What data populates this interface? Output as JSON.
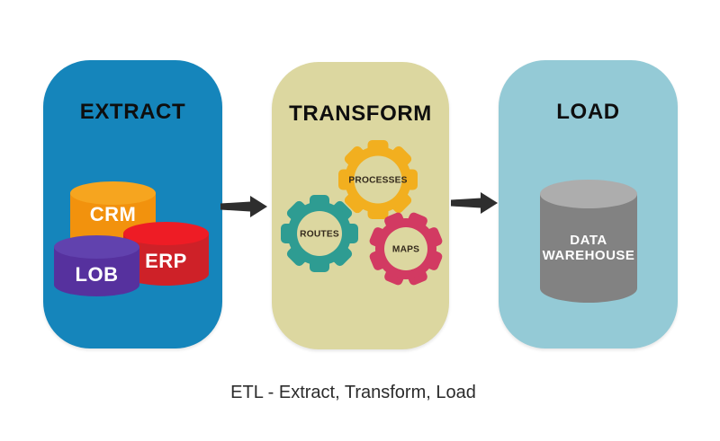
{
  "diagram": {
    "caption": "ETL - Extract, Transform, Load",
    "arrow_color": "#2e2e2e",
    "extract": {
      "title": "EXTRACT",
      "bg": "#1585BB",
      "crm": {
        "label": "CRM",
        "body": "#F2920D",
        "top": "#F6A51F"
      },
      "erp": {
        "label": "ERP",
        "body": "#CE2128",
        "top": "#EE1C25"
      },
      "lob": {
        "label": "LOB",
        "body": "#56319E",
        "top": "#6142AE"
      }
    },
    "transform": {
      "title": "TRANSFORM",
      "bg": "#DCD7A0",
      "gear_label_color": "#33291C",
      "processes": {
        "label": "PROCESSES",
        "color": "#F2AF1F"
      },
      "routes": {
        "label": "ROUTES",
        "color": "#2E9C92"
      },
      "maps": {
        "label": "MAPS",
        "color": "#D23A62"
      }
    },
    "load": {
      "title": "LOAD",
      "bg": "#94CAD6",
      "warehouse": {
        "line1": "DATA",
        "line2": "WAREHOUSE",
        "body": "#828282",
        "top": "#ADADAD"
      }
    }
  }
}
